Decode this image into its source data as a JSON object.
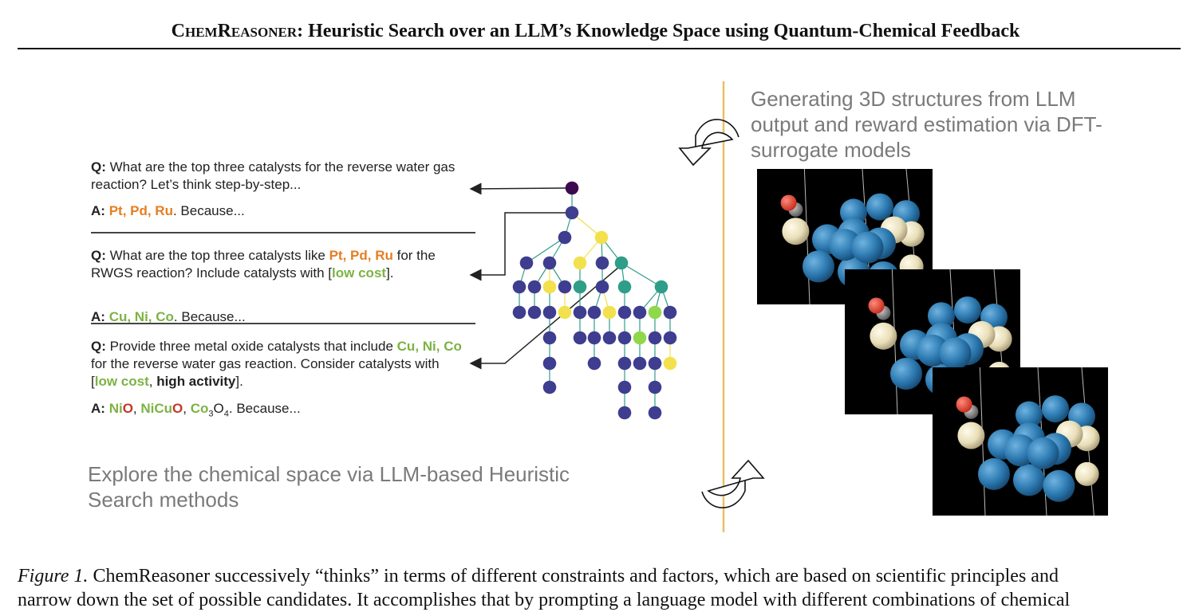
{
  "header": {
    "title_sc": "ChemReasoner",
    "title_rest": ": Heuristic Search over an LLM’s Knowledge Space using Quantum-Chemical Feedback"
  },
  "left": {
    "q1": {
      "q_label": "Q:",
      "q_text": "What are the top three catalysts for the reverse water gas reaction? Let’s think step-by-step...",
      "a_label": "A:",
      "a_cats": "Pt, Pd, Ru",
      "a_rest": ". Because..."
    },
    "q2": {
      "q_label": "Q:",
      "q_pre": "What are the top three catalysts like ",
      "q_cats": "Pt, Pd, Ru",
      "q_mid": " for the RWGS reaction? Include catalysts with [",
      "q_green": "low cost",
      "q_post": "].",
      "a_label": "A:",
      "a_cats": "Cu, Ni, Co",
      "a_rest": ". Because..."
    },
    "q3": {
      "q_label": "Q:",
      "q_pre": "Provide three metal oxide catalysts that include ",
      "q_cats": "Cu, Ni, Co",
      "q_mid": " for the reverse water gas reaction. Consider catalysts with [",
      "q_green": "low cost",
      "q_sep": ", ",
      "q_bold": "high activity",
      "q_post": "].",
      "a_label": "A:",
      "a1_green": "Ni",
      "a1_red": "O",
      "a_comma": ", ",
      "a2_green": "NiCu",
      "a2_red": "O",
      "a3": "Co",
      "a3_sub1": "3",
      "a3_o": "O",
      "a3_sub2": "4",
      "a_rest": ". Because..."
    },
    "explore": "Explore the chemical space via LLM-based Heuristic Search methods"
  },
  "right": {
    "generate": "Generating 3D structures from LLM output and reward estimation via DFT-surrogate models"
  },
  "caption": {
    "fig_label": "Figure 1.",
    "line1": " ChemReasoner successively “thinks” in terms of different constraints and factors, which are based on scientific principles and",
    "line2": "narrow down the set of possible candidates. It accomplishes that by prompting a language model with different combinations of chemical"
  },
  "colors": {
    "tree_node": "#3F3D8F",
    "teal": "#2E9E88",
    "yellow": "#F2E14C",
    "light_green": "#8ED84A",
    "root": "#3D0A4F",
    "orange": "#E67E22",
    "green": "#7CB342",
    "divider": "#E8C067",
    "atom_blue": "#2C79B0",
    "atom_cream": "#E8DEB8"
  }
}
